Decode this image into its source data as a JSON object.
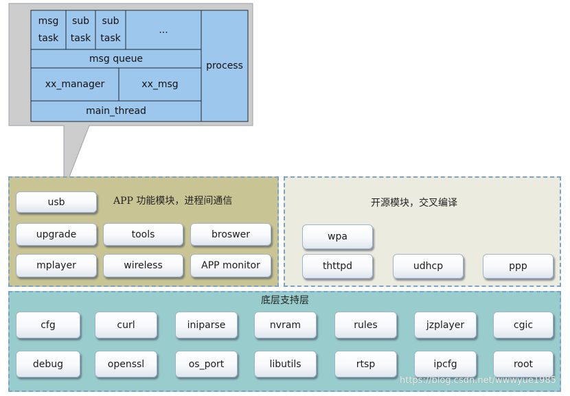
{
  "process_diagram": {
    "cells": {
      "msg_task": [
        "msg",
        "task"
      ],
      "sub_task_1": [
        "sub",
        "task"
      ],
      "sub_task_2": [
        "sub",
        "task"
      ],
      "ellipsis": "...",
      "msg_queue": "msg queue",
      "xx_manager": "xx_manager",
      "xx_msg": "xx_msg",
      "main_thread": "main_thread",
      "process": "process"
    }
  },
  "app_panel": {
    "title": "APP 功能模块，进程间通信",
    "modules": [
      "usb",
      "upgrade",
      "tools",
      "broswer",
      "mplayer",
      "wireless",
      "APP monitor"
    ]
  },
  "oss_panel": {
    "title": "开源模块，交叉编译",
    "modules": [
      "wpa",
      "thttpd",
      "udhcp",
      "ppp"
    ]
  },
  "base_panel": {
    "title": "底层支持层",
    "row1": [
      "cfg",
      "curl",
      "iniparse",
      "nvram",
      "rules",
      "jzplayer",
      "cgic"
    ],
    "row2": [
      "debug",
      "openssl",
      "os_port",
      "libutils",
      "rtsp",
      "ipcfg",
      "root"
    ]
  },
  "watermark": "https://blog.csdn.net/wwwyue1985",
  "colors": {
    "callout_bg": "#cccccc",
    "process_blue": "#9ec7ee",
    "app_panel": "#c8c494",
    "oss_panel": "#ecebdf",
    "base_panel": "#99cccc",
    "panel_border": "#7aa3c8"
  }
}
